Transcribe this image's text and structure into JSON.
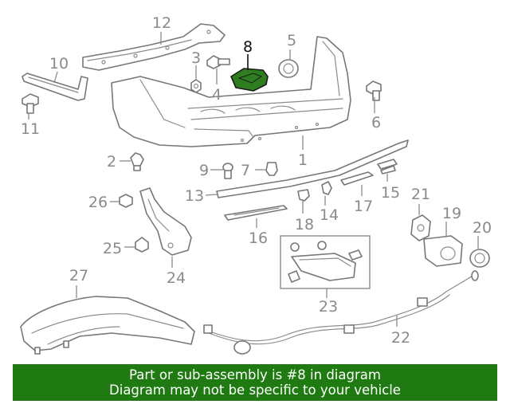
{
  "diagram": {
    "highlighted_part": "8",
    "highlight_color": "#2e7d1f",
    "callouts": [
      {
        "id": "c1",
        "label": "1"
      },
      {
        "id": "c2",
        "label": "2"
      },
      {
        "id": "c3",
        "label": "3"
      },
      {
        "id": "c4",
        "label": "4"
      },
      {
        "id": "c5",
        "label": "5"
      },
      {
        "id": "c6",
        "label": "6"
      },
      {
        "id": "c7",
        "label": "7"
      },
      {
        "id": "c8",
        "label": "8"
      },
      {
        "id": "c9",
        "label": "9"
      },
      {
        "id": "c10",
        "label": "10"
      },
      {
        "id": "c11",
        "label": "11"
      },
      {
        "id": "c12",
        "label": "12"
      },
      {
        "id": "c13",
        "label": "13"
      },
      {
        "id": "c14",
        "label": "14"
      },
      {
        "id": "c15",
        "label": "15"
      },
      {
        "id": "c16",
        "label": "16"
      },
      {
        "id": "c17",
        "label": "17"
      },
      {
        "id": "c18",
        "label": "18"
      },
      {
        "id": "c19",
        "label": "19"
      },
      {
        "id": "c20",
        "label": "20"
      },
      {
        "id": "c21",
        "label": "21"
      },
      {
        "id": "c22",
        "label": "22"
      },
      {
        "id": "c23",
        "label": "23"
      },
      {
        "id": "c24",
        "label": "24"
      },
      {
        "id": "c25",
        "label": "25"
      },
      {
        "id": "c26",
        "label": "26"
      },
      {
        "id": "c27",
        "label": "27"
      }
    ]
  },
  "banner": {
    "line1": "Part or sub-assembly is #8 in diagram",
    "line2": "Diagram may not be specific to your vehicle",
    "background": "#1f7a12"
  }
}
